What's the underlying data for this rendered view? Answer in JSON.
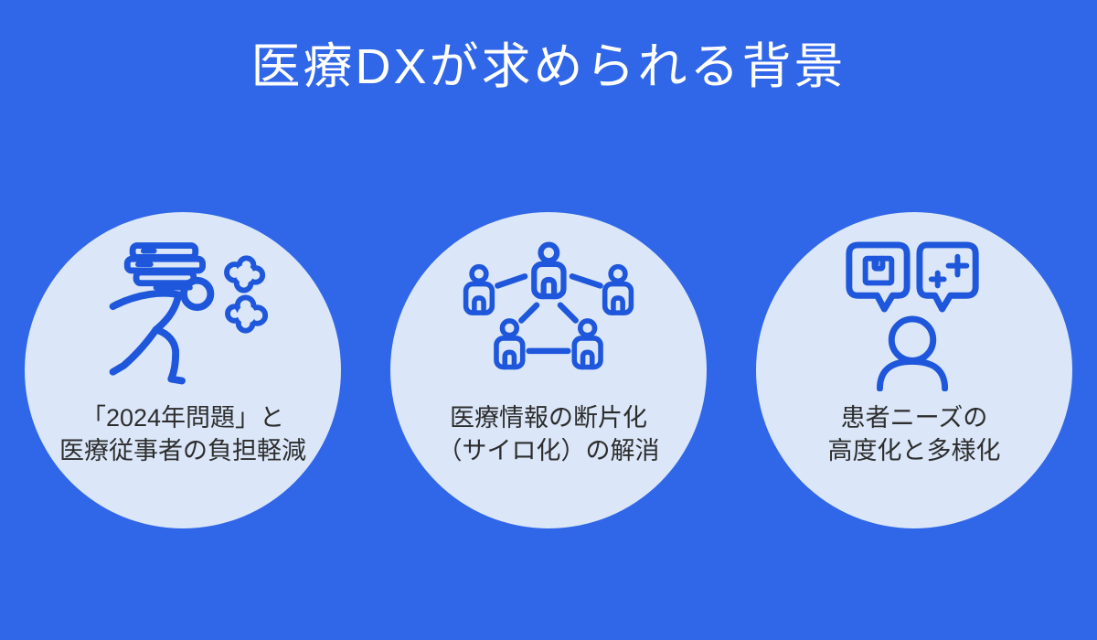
{
  "title": "医療DXが求められる背景",
  "colors": {
    "background": "#3066E8",
    "circle_fill": "#DBE7F9",
    "icon_stroke": "#1E57DB",
    "label_text": "#2D2D2D",
    "title_text": "#FFFFFF"
  },
  "cards": [
    {
      "id": "workload",
      "icon": "overworked-person-icon",
      "lines": [
        "「2024年問題」と",
        "医療従事者の負担軽減"
      ]
    },
    {
      "id": "fragmentation",
      "icon": "people-network-icon",
      "lines": [
        "医療情報の断片化",
        "（サイロ化）の解消"
      ]
    },
    {
      "id": "patient-needs",
      "icon": "patient-speech-bubbles-icon",
      "lines": [
        "患者ニーズの",
        "高度化と多様化"
      ]
    }
  ]
}
